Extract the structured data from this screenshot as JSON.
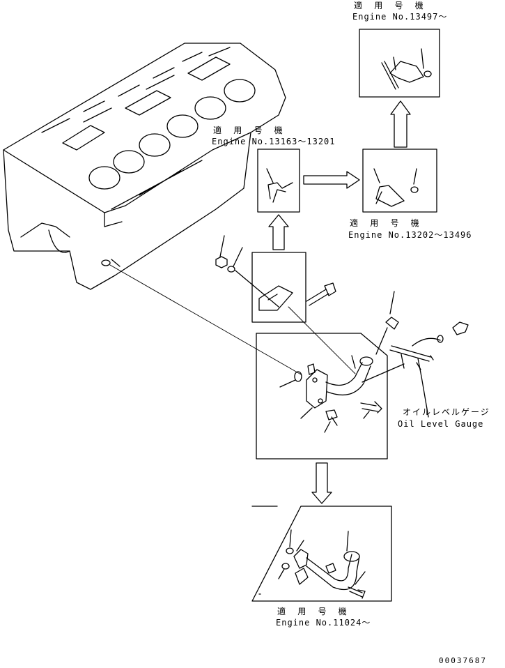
{
  "labels": {
    "applicable_jp": "適 用 号 機",
    "engine_13497": "Engine No.13497～",
    "engine_13163_13201": "Engine No.13163～13201",
    "engine_13202_13496": "Engine No.13202～13496",
    "engine_11024": "Engine No.11024～",
    "gauge_jp": "オイルレベルゲージ",
    "gauge_en": "Oil Level Gauge"
  },
  "document_number": "00037687",
  "colors": {
    "line": "#000000",
    "background": "#ffffff"
  }
}
